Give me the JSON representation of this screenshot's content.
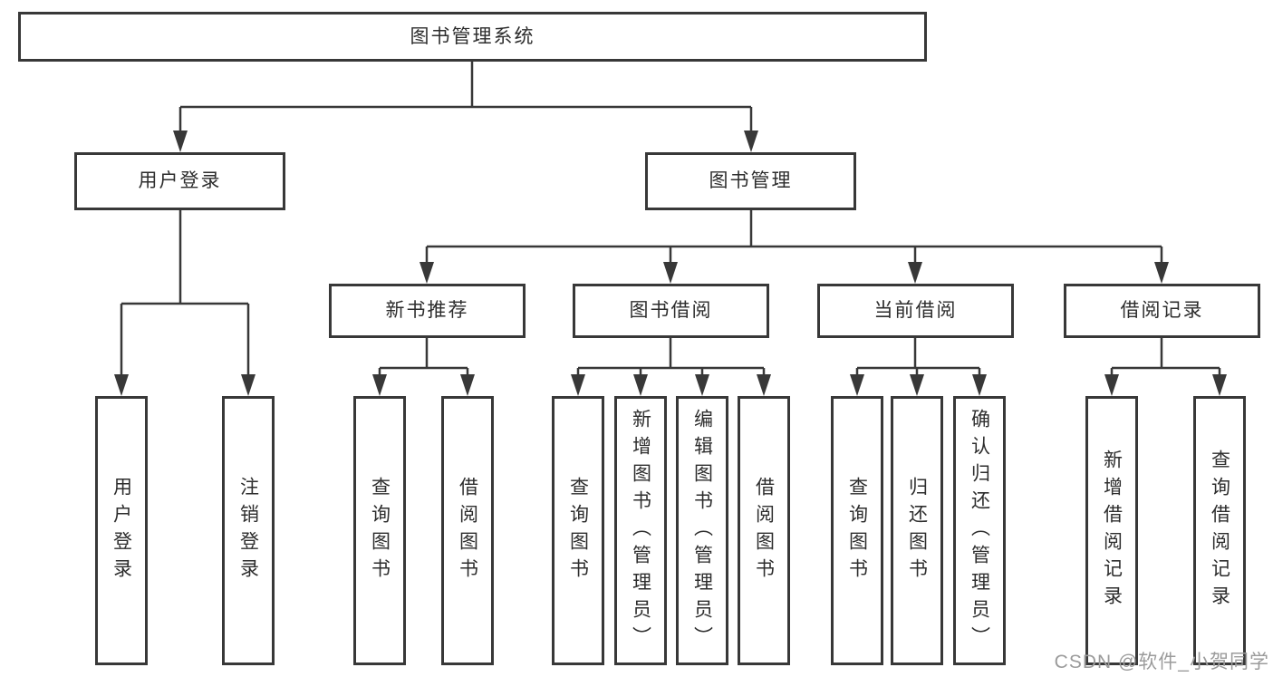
{
  "watermark": "CSDN @软件_小贺同学",
  "tree": {
    "root": "图书管理系统",
    "branches": [
      {
        "label": "用户登录",
        "children": [
          "用户登录",
          "注销登录"
        ]
      },
      {
        "label": "图书管理",
        "children": [
          {
            "label": "新书推荐",
            "children": [
              "查询图书",
              "借阅图书"
            ]
          },
          {
            "label": "图书借阅",
            "children": [
              "查询图书",
              "新增图书（管理员）",
              "编辑图书（管理员）",
              "借阅图书"
            ]
          },
          {
            "label": "当前借阅",
            "children": [
              "查询图书",
              "归还图书",
              "确认归还（管理员）"
            ]
          },
          {
            "label": "借阅记录",
            "children": [
              "新增借阅记录",
              "查询借阅记录"
            ]
          }
        ]
      }
    ]
  }
}
